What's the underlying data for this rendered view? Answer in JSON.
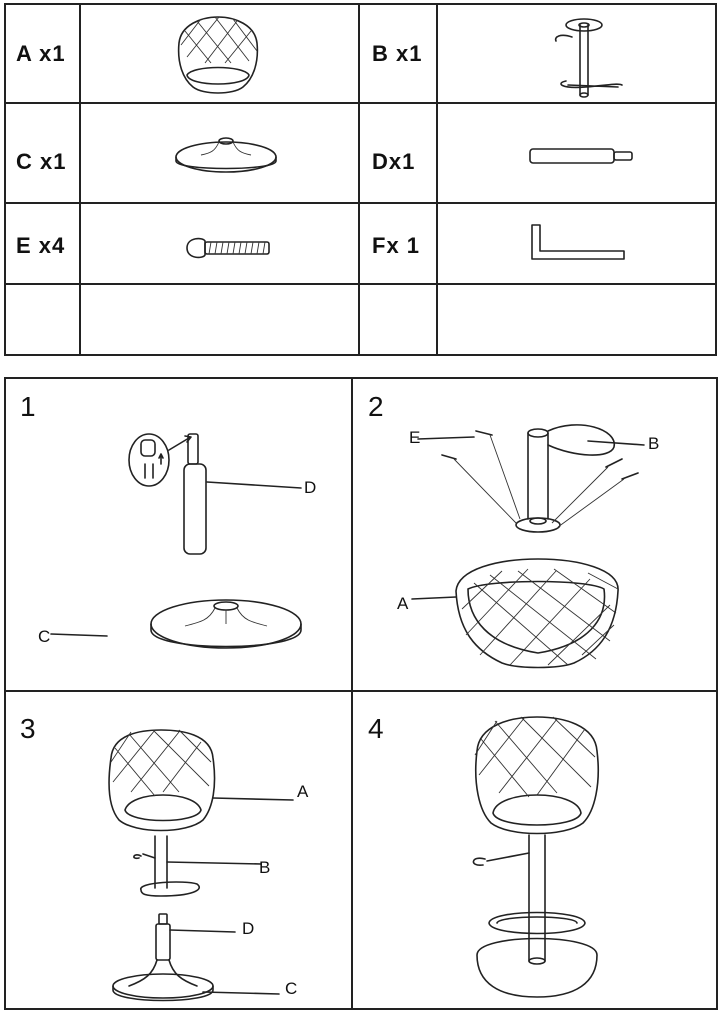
{
  "parts": [
    {
      "id": "A",
      "label": "A x1",
      "icon": "seat-icon"
    },
    {
      "id": "B",
      "label": "B x1",
      "icon": "column-footrest-icon"
    },
    {
      "id": "C",
      "label": "C x1",
      "icon": "base-icon"
    },
    {
      "id": "D",
      "label": "Dx1",
      "icon": "gas-lift-icon"
    },
    {
      "id": "E",
      "label": "E x4",
      "icon": "screw-icon"
    },
    {
      "id": "F",
      "label": "Fx 1",
      "icon": "allen-key-icon"
    }
  ],
  "steps": [
    {
      "number": "1",
      "callouts": [
        "D",
        "C"
      ]
    },
    {
      "number": "2",
      "callouts": [
        "E",
        "B",
        "A"
      ]
    },
    {
      "number": "3",
      "callouts": [
        "A",
        "B",
        "D",
        "C"
      ]
    },
    {
      "number": "4",
      "callouts": []
    }
  ]
}
